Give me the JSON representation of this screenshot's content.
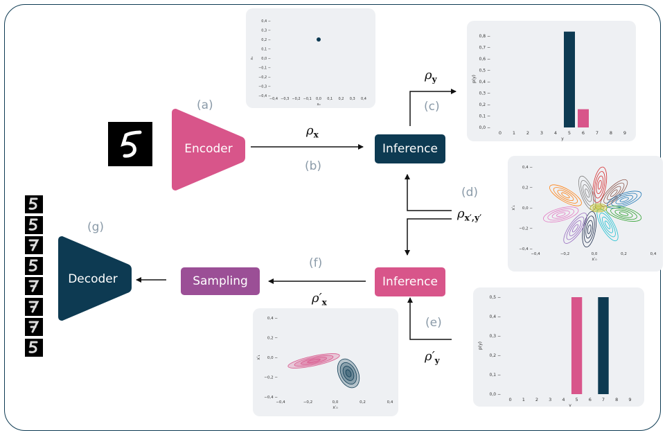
{
  "labels": {
    "a": "(a)",
    "b": "(b)",
    "c": "(c)",
    "d": "(d)",
    "e": "(e)",
    "f": "(f)",
    "g": "(g)"
  },
  "boxes": {
    "encoder": "Encoder",
    "decoder": "Decoder",
    "inference_top": "Inference",
    "inference_bottom": "Inference",
    "sampling": "Sampling"
  },
  "math": {
    "rho": "ρ",
    "rho_prime": "ρ′",
    "x": "x",
    "y": "y",
    "xy_sub": "x′,y′"
  },
  "colors": {
    "pink": "#d8558a",
    "navy": "#0d3a52",
    "purple": "#9b4f96",
    "panel": "#eef0f3"
  },
  "icons": {
    "input_digit": "digit-5-icon",
    "output_digits": [
      "digit-5-icon",
      "digit-5-icon",
      "digit-7-icon",
      "digit-5-icon",
      "digit-7-icon",
      "digit-7-icon",
      "digit-7-icon",
      "digit-5-icon"
    ]
  },
  "chart_data": [
    {
      "type": "scatter",
      "xticks": [
        "−0,4",
        "−0,3",
        "−0,2",
        "−0,1",
        "0,0",
        "0,1",
        "0,2",
        "0,3",
        "0,4"
      ],
      "yticks": [
        "0,4",
        "0,3",
        "0,2",
        "0,1",
        "0,0",
        "−0,1",
        "−0,2",
        "−0,3",
        "−0,4"
      ],
      "xlabel": "x₀",
      "ylabel": "x₁",
      "xlim": [
        -0.4,
        0.4
      ],
      "ylim": [
        -0.4,
        0.4
      ],
      "points": [
        {
          "x": 0.0,
          "y": 0.2,
          "color": "#0d3a52"
        }
      ]
    },
    {
      "type": "bar",
      "categories": [
        "0",
        "1",
        "2",
        "3",
        "4",
        "5",
        "6",
        "7",
        "8",
        "9"
      ],
      "values": [
        0,
        0,
        0,
        0,
        0,
        0.84,
        0.16,
        0,
        0,
        0
      ],
      "bar_colors": {
        "5": "#0d3a52",
        "6": "#d8558a"
      },
      "yticks": [
        "0,8",
        "0,7",
        "0,6",
        "0,5",
        "0,4",
        "0,3",
        "0,2",
        "0,1",
        "0,0"
      ],
      "xlabel": "y",
      "ylabel": "p(y)",
      "ylim": [
        0,
        0.85
      ]
    },
    {
      "type": "contour",
      "xticks": [
        "−0,4",
        "−0,2",
        "0,0",
        "0,2",
        "0,4"
      ],
      "yticks": [
        "0,4",
        "0,2",
        "0,0",
        "−0,2",
        "−0,4"
      ],
      "xlabel": "x′₀",
      "ylabel": "x′₁",
      "xlim": [
        -0.45,
        0.45
      ],
      "ylim": [
        -0.45,
        0.45
      ]
    },
    {
      "type": "contour",
      "xticks": [
        "−0,4",
        "−0,2",
        "0,0",
        "0,2",
        "0,4"
      ],
      "yticks": [
        "0,4",
        "0,2",
        "0,0",
        "−0,2",
        "−0,4"
      ],
      "xlabel": "x′₀",
      "ylabel": "x′₁",
      "xlim": [
        -0.45,
        0.45
      ],
      "ylim": [
        -0.45,
        0.45
      ]
    },
    {
      "type": "bar",
      "categories": [
        "0",
        "1",
        "2",
        "3",
        "4",
        "5",
        "6",
        "7",
        "8",
        "9"
      ],
      "values": [
        0,
        0,
        0,
        0,
        0,
        0.5,
        0,
        0.5,
        0,
        0
      ],
      "bar_colors": {
        "5": "#d8558a",
        "7": "#0d3a52"
      },
      "yticks": [
        "0,5",
        "0,4",
        "0,3",
        "0,2",
        "0,1",
        "0,0"
      ],
      "xlabel": "y",
      "ylabel": "p(y)",
      "ylim": [
        0,
        0.5
      ]
    }
  ]
}
